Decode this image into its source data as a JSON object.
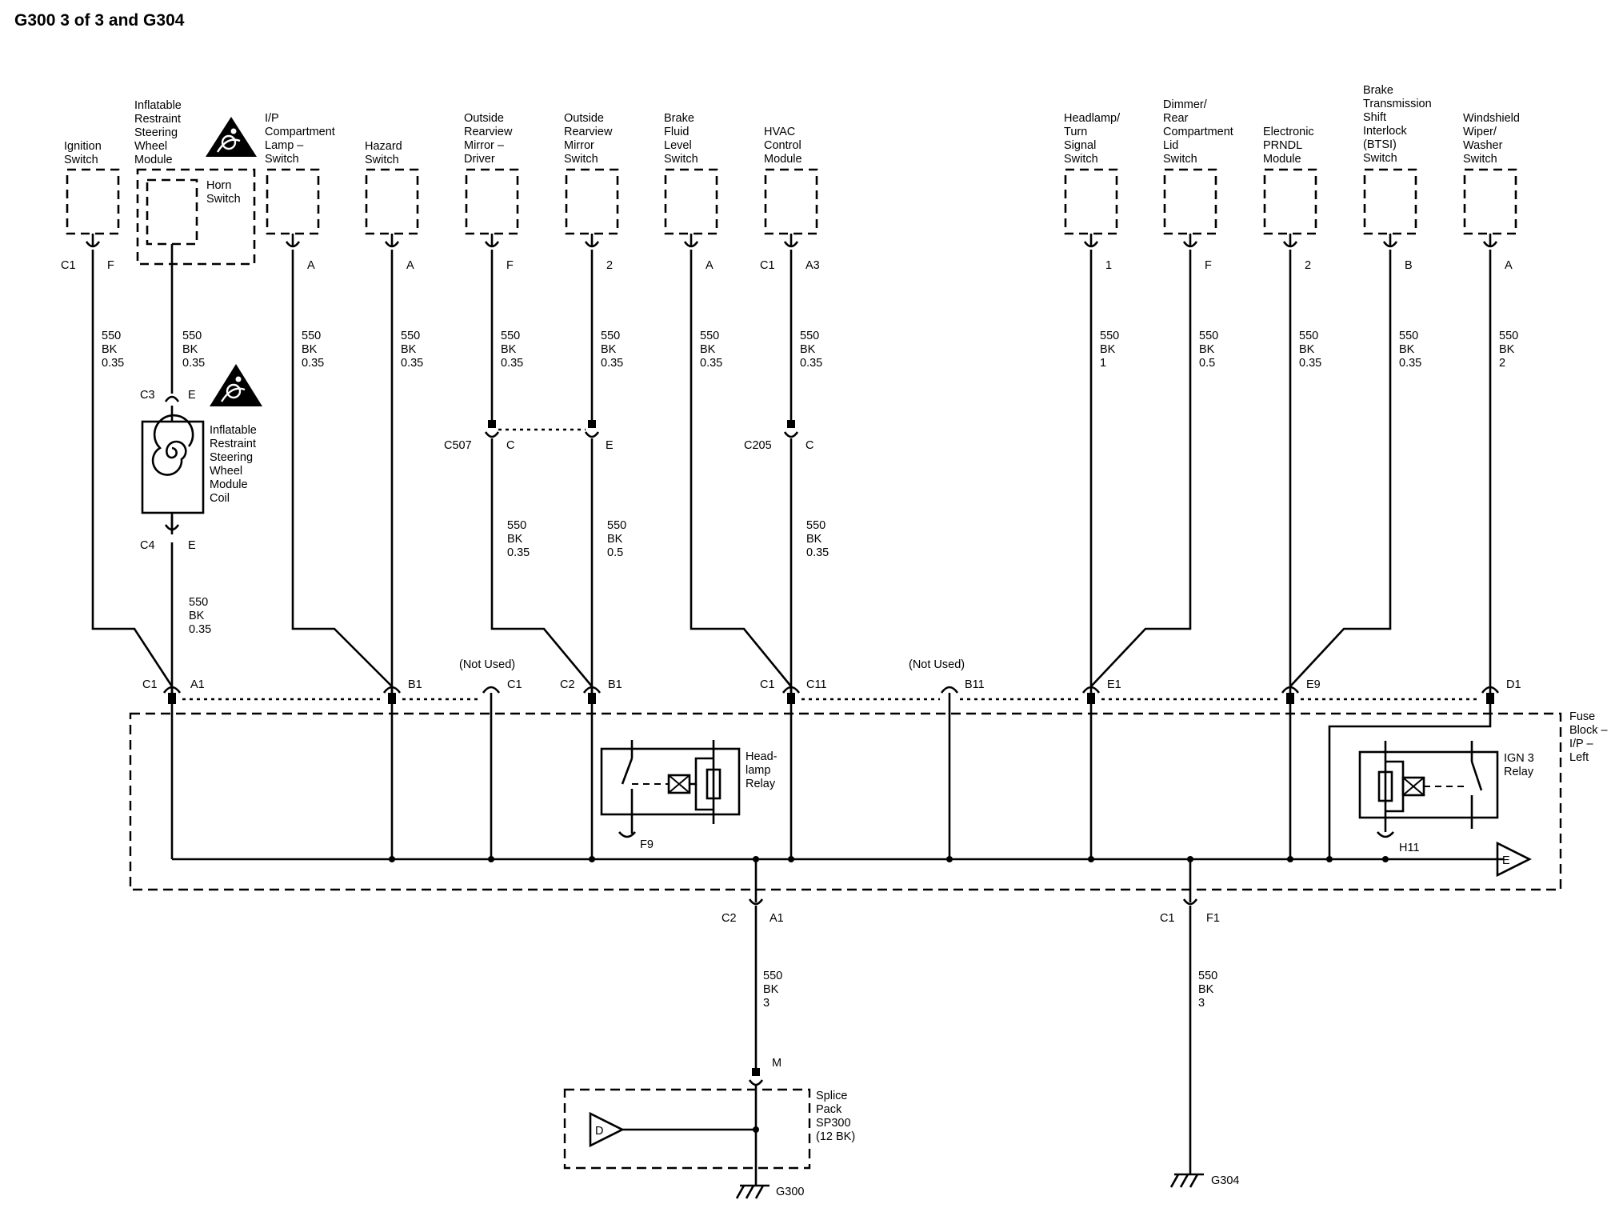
{
  "title": "G300 3 of 3 and G304",
  "components": [
    {
      "id": "ign",
      "lines": [
        "Ignition",
        "Switch"
      ],
      "pins": [
        "C1",
        "F"
      ],
      "wire": [
        "550",
        "BK",
        "0.35"
      ]
    },
    {
      "id": "irswm",
      "lines": [
        "Inflatable",
        "Restraint",
        "Steering",
        "Wheel",
        "Module"
      ],
      "inner_lines": [
        "Horn",
        "Switch"
      ],
      "wire": [
        "550",
        "BK",
        "0.35"
      ]
    },
    {
      "id": "ipc",
      "lines": [
        "I/P",
        "Compartment",
        "Lamp –",
        "Switch"
      ],
      "pins": [
        "",
        "A"
      ],
      "wire": [
        "550",
        "BK",
        "0.35"
      ]
    },
    {
      "id": "haz",
      "lines": [
        "Hazard",
        "Switch"
      ],
      "pins": [
        "",
        "A"
      ],
      "wire": [
        "550",
        "BK",
        "0.35"
      ]
    },
    {
      "id": "orvd",
      "lines": [
        "Outside",
        "Rearview",
        "Mirror –",
        "Driver"
      ],
      "pins": [
        "",
        "F"
      ],
      "wire": [
        "550",
        "BK",
        "0.35"
      ]
    },
    {
      "id": "orvs",
      "lines": [
        "Outside",
        "Rearview",
        "Mirror",
        "Switch"
      ],
      "pins": [
        "",
        "2"
      ],
      "wire": [
        "550",
        "BK",
        "0.35"
      ]
    },
    {
      "id": "bfl",
      "lines": [
        "Brake",
        "Fluid",
        "Level",
        "Switch"
      ],
      "pins": [
        "",
        "A"
      ],
      "wire": [
        "550",
        "BK",
        "0.35"
      ]
    },
    {
      "id": "hvac",
      "lines": [
        "HVAC",
        "Control",
        "Module"
      ],
      "pins": [
        "C1",
        "A3"
      ],
      "wire": [
        "550",
        "BK",
        "0.35"
      ]
    },
    {
      "id": "hts",
      "lines": [
        "Headlamp/",
        "Turn",
        "Signal",
        "Switch"
      ],
      "pins": [
        "",
        "1"
      ],
      "wire": [
        "550",
        "BK",
        "1"
      ]
    },
    {
      "id": "drl",
      "lines": [
        "Dimmer/",
        "Rear",
        "Compartment",
        "Lid",
        "Switch"
      ],
      "pins": [
        "",
        "F"
      ],
      "wire": [
        "550",
        "BK",
        "0.5"
      ]
    },
    {
      "id": "eprndl",
      "lines": [
        "Electronic",
        "PRNDL",
        "Module"
      ],
      "pins": [
        "",
        "2"
      ],
      "wire": [
        "550",
        "BK",
        "0.35"
      ]
    },
    {
      "id": "btsi",
      "lines": [
        "Brake",
        "Transmission",
        "Shift",
        "Interlock",
        "(BTSI)",
        "Switch"
      ],
      "pins": [
        "",
        "B"
      ],
      "wire": [
        "550",
        "BK",
        "0.35"
      ]
    },
    {
      "id": "wws",
      "lines": [
        "Windshield",
        "Wiper/",
        "Washer",
        "Switch"
      ],
      "pins": [
        "",
        "A"
      ],
      "wire": [
        "550",
        "BK",
        "2"
      ]
    }
  ],
  "coil": {
    "lines": [
      "Inflatable",
      "Restraint",
      "Steering",
      "Wheel",
      "Module",
      "Coil"
    ],
    "top_pins": [
      "C3",
      "E"
    ],
    "bottom_pins": [
      "C4",
      "E"
    ],
    "wire_below": [
      "550",
      "BK",
      "0.35"
    ]
  },
  "inline": {
    "c507": {
      "left": "C507",
      "pin_left": "C",
      "pin_right": "E"
    },
    "c205": {
      "left": "C205",
      "pin": "C"
    },
    "wire_c507_left": [
      "550",
      "BK",
      "0.35"
    ],
    "wire_c507_right": [
      "550",
      "BK",
      "0.5"
    ],
    "wire_c205": [
      "550",
      "BK",
      "0.35"
    ]
  },
  "fuse_block": {
    "lines": [
      "Fuse",
      "Block –",
      "I/P –",
      "Left"
    ],
    "not_used": "(Not Used)",
    "terminals": [
      {
        "conn": "C1",
        "pin": "A1"
      },
      {
        "conn": "",
        "pin": "B1"
      },
      {
        "conn": "",
        "pin": "C1"
      },
      {
        "conn": "C2",
        "pin": "B1"
      },
      {
        "conn": "C1",
        "pin": "C11"
      },
      {
        "conn": "",
        "pin": "B11"
      },
      {
        "conn": "",
        "pin": "E1"
      },
      {
        "conn": "",
        "pin": "E9"
      },
      {
        "conn": "",
        "pin": "D1"
      }
    ],
    "headlamp_relay": {
      "lines": [
        "Head-",
        "lamp",
        "Relay"
      ],
      "pin": "F9"
    },
    "ign3_relay": {
      "lines": [
        "IGN 3",
        "Relay"
      ],
      "pin": "H11"
    },
    "offpage": "E"
  },
  "bottom": {
    "left_conn": {
      "conn": "C2",
      "pin": "A1",
      "wire": [
        "550",
        "BK",
        "3"
      ],
      "splice_pin": "M"
    },
    "right_conn": {
      "conn": "C1",
      "pin": "F1",
      "wire": [
        "550",
        "BK",
        "3"
      ]
    },
    "splice": {
      "lines": [
        "Splice",
        "Pack",
        "SP300",
        "(12 BK)"
      ],
      "offpage": "D"
    },
    "grounds": [
      "G300",
      "G304"
    ]
  }
}
